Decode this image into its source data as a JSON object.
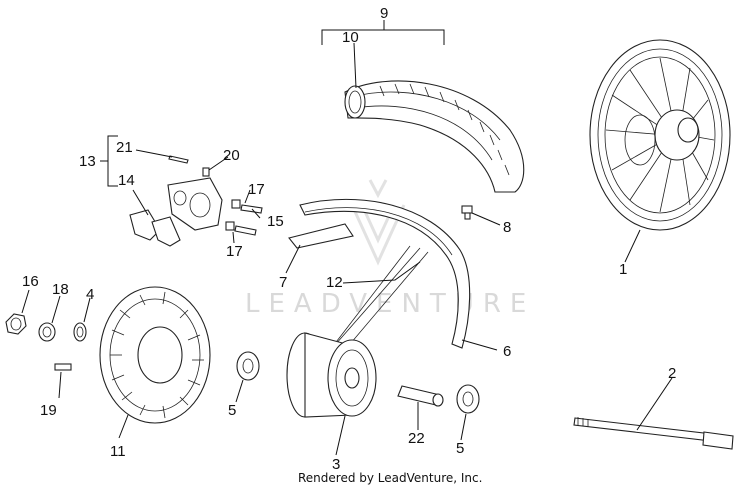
{
  "watermark": {
    "text": "LEADVENTURE"
  },
  "credit": "Rendered by LeadVenture, Inc.",
  "callouts": {
    "c1": "1",
    "c2": "2",
    "c3": "3",
    "c4": "4",
    "c5a": "5",
    "c5b": "5",
    "c6": "6",
    "c7": "7",
    "c8": "8",
    "c9": "9",
    "c10": "10",
    "c11": "11",
    "c12": "12",
    "c13": "13",
    "c14": "14",
    "c15": "15",
    "c16": "16",
    "c17a": "17",
    "c17b": "17",
    "c18": "18",
    "c19": "19",
    "c20": "20",
    "c21": "21",
    "c22": "22"
  }
}
